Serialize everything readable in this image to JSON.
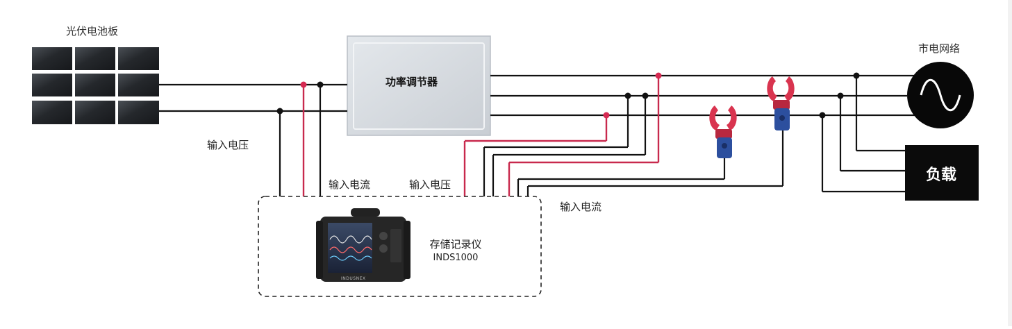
{
  "labels": {
    "solar_panel": "光伏电池板",
    "power_conditioner": "功率调节器",
    "grid": "市电网络",
    "load": "负载",
    "input_voltage_left": "输入电压",
    "input_current_left": "输入电流",
    "input_voltage_mid": "输入电压",
    "input_current_right": "输入电流",
    "recorder_name": "存储记录仪",
    "recorder_model": "INDS1000",
    "device_brand": "INDUSNEX"
  },
  "colors": {
    "wire": "#111111",
    "voltage_wire": "#c8294d",
    "panel": "#2a2d31",
    "conditioner": "#d8dde2",
    "load_box": "#0b0b0b",
    "clamp_red": "#d9344f",
    "clamp_blue": "#2c4f9e"
  },
  "icons": {
    "solar_panel": "solar-panel-icon",
    "grid": "ac-sine-wave-icon",
    "clamp_1": "current-clamp-icon",
    "clamp_2": "current-clamp-icon",
    "recorder": "data-recorder-device-icon"
  }
}
